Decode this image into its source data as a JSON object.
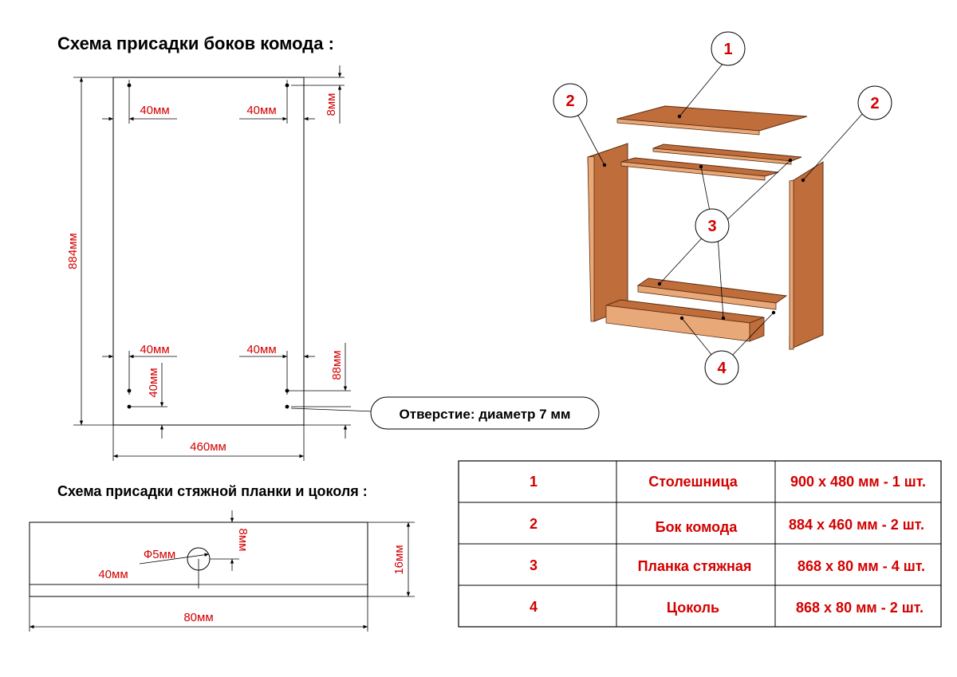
{
  "titles": {
    "side_scheme": "Схема присадки боков комода :",
    "plank_scheme": "Схема присадки стяжной планки и цоколя :"
  },
  "side_panel": {
    "height": "884мм",
    "width": "460мм",
    "top_left_offset": "40мм",
    "top_right_offset": "40мм",
    "top_vertical": "8мм",
    "bottom_left_offset": "40мм",
    "bottom_right_offset": "40мм",
    "bottom_left_vertical": "40мм",
    "bottom_right_vertical": "88мм"
  },
  "hole_note": "Отверстие: диаметр 7 мм",
  "plank": {
    "hole_diameter": "Ф5мм",
    "hole_offset": "40мм",
    "top_offset": "8мм",
    "thickness": "16мм",
    "length": "80мм"
  },
  "assembly_labels": [
    "1",
    "2",
    "2",
    "3",
    "4"
  ],
  "colors": {
    "wood_face": "#c06d3c",
    "wood_edge": "#e8a878",
    "accent_text": "#d40000"
  },
  "parts_table": [
    {
      "num": "1",
      "name": "Столешница",
      "size": "900 х 480 мм - 1 шт."
    },
    {
      "num": "2",
      "name": "Бок комода",
      "size": "884 х 460 мм - 2 шт."
    },
    {
      "num": "3",
      "name": "Планка стяжная",
      "size": "868 х 80 мм - 4 шт."
    },
    {
      "num": "4",
      "name": "Цоколь",
      "size": "868 х 80 мм - 2 шт."
    }
  ]
}
